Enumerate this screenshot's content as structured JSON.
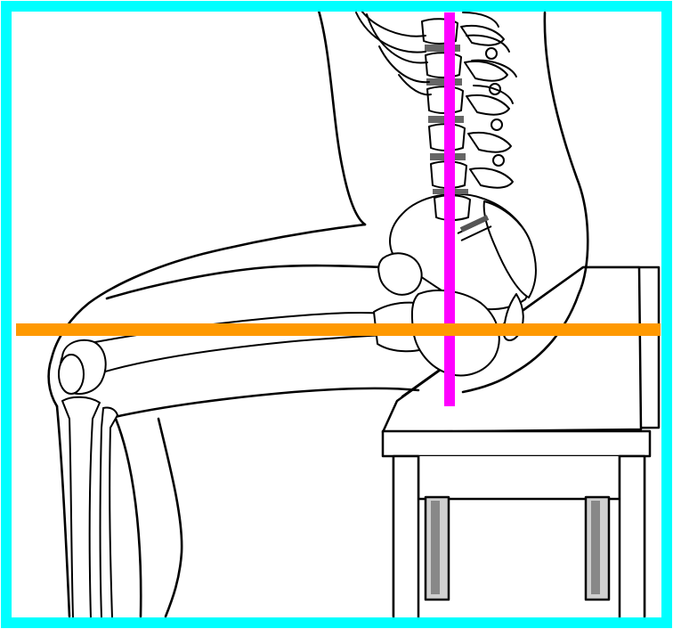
{
  "figure": {
    "subject": "seated-skeleton-illustration",
    "colors": {
      "frame": "#00ffff",
      "vertical_line": "#ff00ff",
      "horizontal_line": "#ff9900",
      "ink": "#000000",
      "paper": "#ffffff",
      "disc": "#666666",
      "leg_shade": "#999999"
    },
    "overlays": [
      {
        "kind": "vertical-line",
        "color_key": "vertical_line"
      },
      {
        "kind": "horizontal-line",
        "color_key": "horizontal_line"
      },
      {
        "kind": "border-frame",
        "color_key": "frame"
      }
    ]
  }
}
